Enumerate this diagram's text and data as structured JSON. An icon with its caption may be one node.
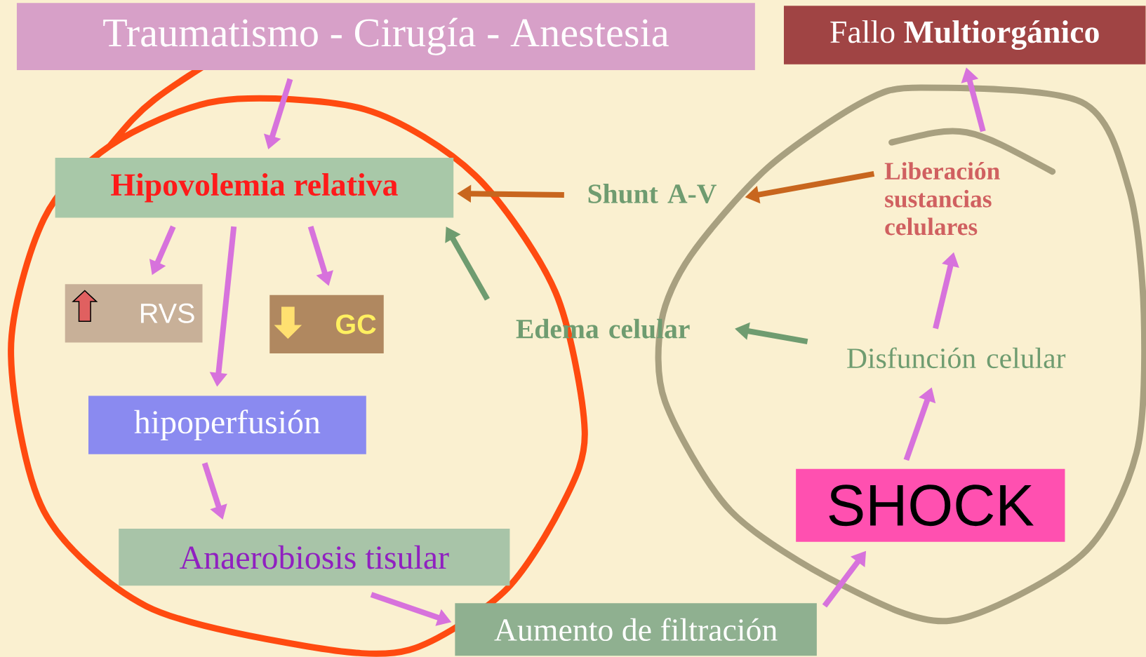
{
  "diagram": {
    "nodes": [
      {
        "text": [
          "Traumatismo - Cirugía - Anestesia"
        ]
      },
      {
        "text": [
          "Fallo **Multiorgánico**"
        ]
      },
      {
        "text": [
          "Hipovolemia relativa"
        ]
      },
      {
        "text": [
          "Shunt A-V"
        ]
      },
      {
        "text": [
          "Liberación sustancias celulares"
        ]
      },
      {
        "text": [
          "RVS"
        ]
      },
      {
        "text": [
          "GC"
        ]
      },
      {
        "text": [
          "Edema celular"
        ]
      },
      {
        "text": [
          "Disfunción celular"
        ]
      },
      {
        "text": [
          "hipoperfusión"
        ]
      },
      {
        "text": [
          "SHOCK"
        ]
      },
      {
        "text": [
          "Anaerobiosis tisular"
        ]
      },
      {
        "text": [
          "Aumento de filtración"
        ]
      }
    ],
    "edges": [
      {
        "from": 0,
        "to": 2,
        "arrow": "to"
      },
      {
        "from": 2,
        "to": 5,
        "arrow": "to"
      },
      {
        "from": 2,
        "to": 9,
        "arrow": "to"
      },
      {
        "from": 2,
        "to": 6,
        "arrow": "to"
      },
      {
        "from": 9,
        "to": 11,
        "arrow": "to"
      },
      {
        "from": 11,
        "to": 12,
        "arrow": "to"
      },
      {
        "from": 12,
        "to": 10,
        "arrow": "to"
      },
      {
        "from": 10,
        "to": 8,
        "arrow": "to"
      },
      {
        "from": 8,
        "to": 4,
        "arrow": "to"
      },
      {
        "from": 4,
        "to": 1,
        "arrow": "to"
      },
      {
        "from": 4,
        "to": 3,
        "arrow": "to",
        "color": "#c8661e"
      },
      {
        "from": 3,
        "to": 2,
        "arrow": "to",
        "color": "#c8661e"
      },
      {
        "from": 8,
        "to": 7,
        "arrow": "to",
        "color": "#6f9c70"
      },
      {
        "from": 7,
        "to": 2,
        "arrow": "to",
        "color": "#6f9c70"
      }
    ]
  }
}
